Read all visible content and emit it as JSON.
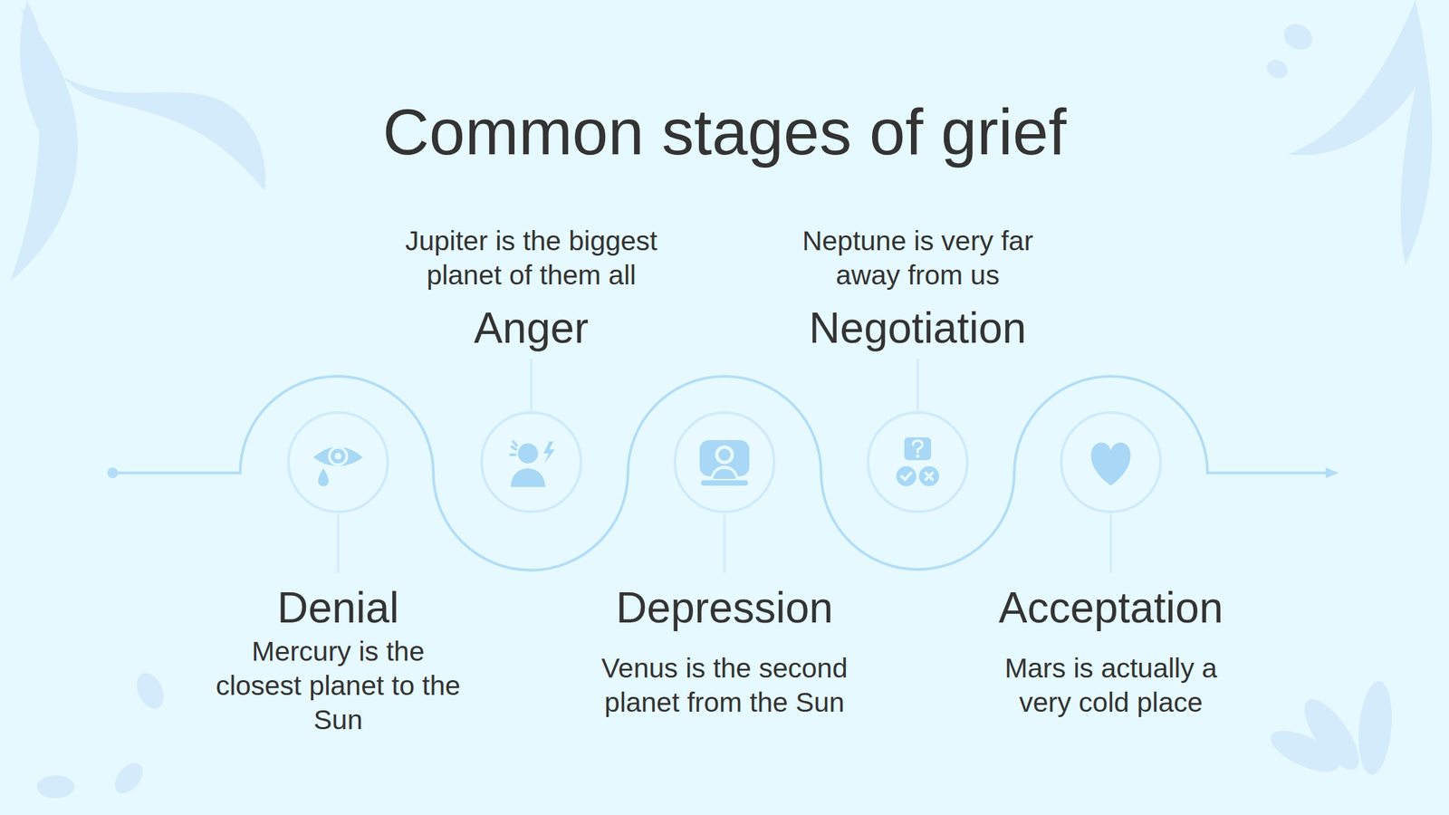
{
  "diagram": {
    "title": "Common stages of grief",
    "nodes": [
      {
        "text": [
          "Denial",
          "Mercury is the closest planet to the Sun"
        ]
      },
      {
        "text": [
          "Anger",
          "Jupiter is the biggest planet of them all"
        ]
      },
      {
        "text": [
          "Depression",
          "Venus is the second planet from the Sun"
        ]
      },
      {
        "text": [
          "Negotiation",
          "Neptune is very far away from us"
        ]
      },
      {
        "text": [
          "Acceptation",
          "Mars is actually a very cold place"
        ]
      }
    ]
  }
}
